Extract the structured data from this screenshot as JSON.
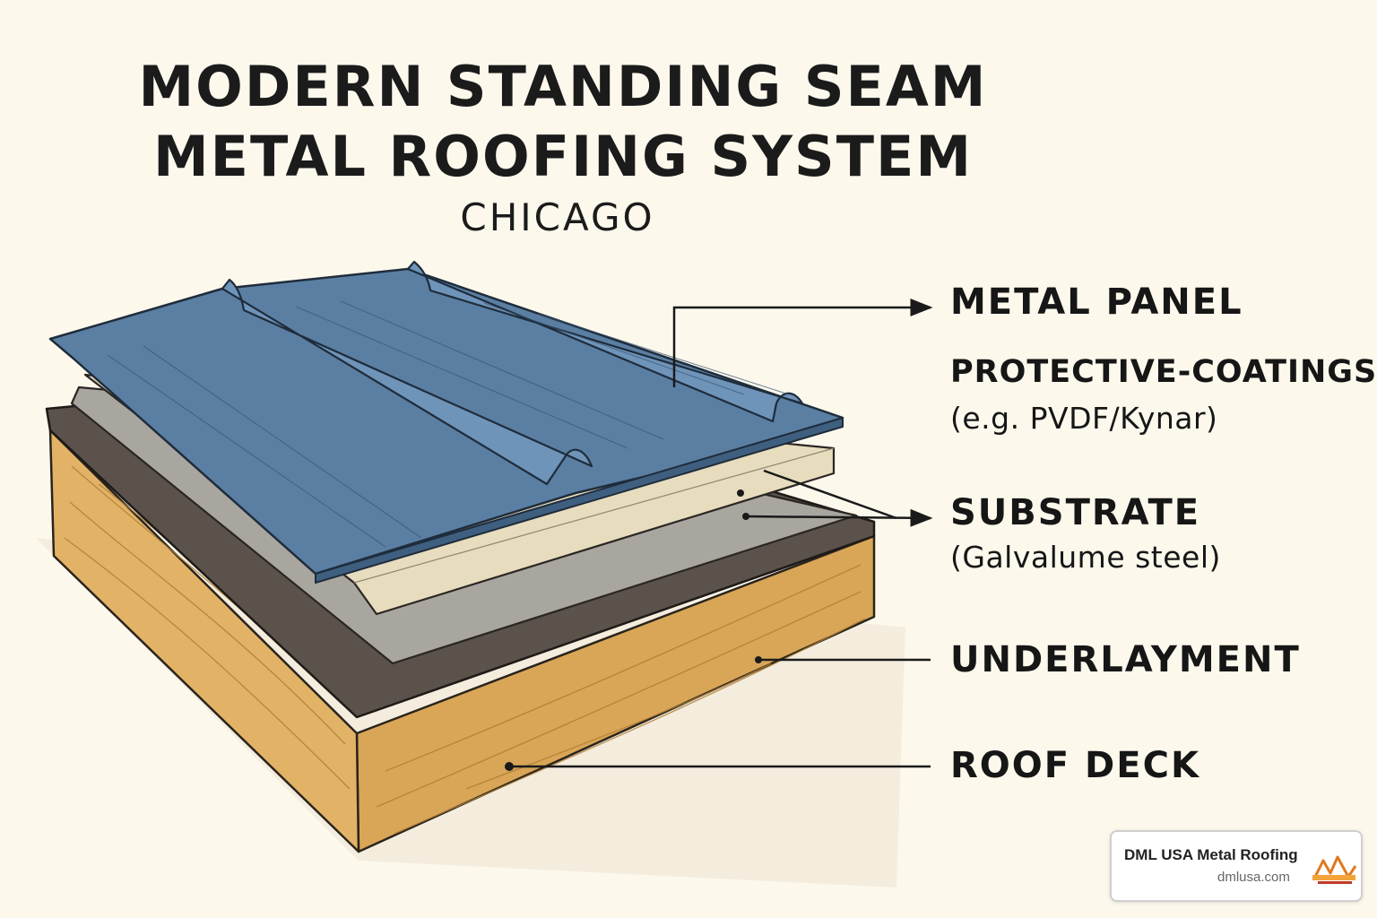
{
  "title": {
    "line1": "MODERN STANDING SEAM",
    "line2": "METAL ROOFING SYSTEM"
  },
  "subtitle": "CHICAGO",
  "labels": {
    "metal_panel": "METAL PANEL",
    "protective_coatings": "PROTECTIVE-COATINGS",
    "protective_coatings_note": "(e.g. PVDF/Kynar)",
    "substrate": "SUBSTRATE",
    "substrate_note": "(Galvalume steel)",
    "underlayment": "UNDERLAYMENT",
    "roof_deck": "ROOF DECK"
  },
  "badge": {
    "name": "DML USA Metal Roofing",
    "url": "dmlusa.com",
    "logo_icon": "dml-usa-logo-icon"
  },
  "colors": {
    "background": "#fcf8ec",
    "panel": "#5a7fa3",
    "coating": "#e7dcbd",
    "substrate": "#a9a6a0",
    "underlayment": "#5b524b",
    "deck": "#dca95c"
  }
}
